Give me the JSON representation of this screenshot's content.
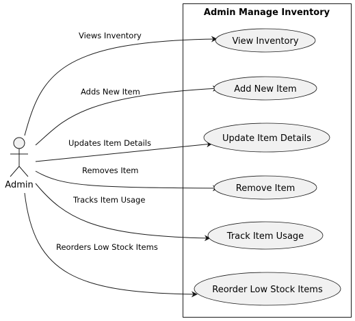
{
  "system": {
    "title": "Admin Manage Inventory"
  },
  "actor": {
    "label": "Admin"
  },
  "use_cases": [
    {
      "label": "View Inventory"
    },
    {
      "label": "Add New Item"
    },
    {
      "label": "Update Item Details"
    },
    {
      "label": "Remove Item"
    },
    {
      "label": "Track Item Usage"
    },
    {
      "label": "Reorder Low Stock Items"
    }
  ],
  "edges": [
    {
      "label": "Views Inventory"
    },
    {
      "label": "Adds New Item"
    },
    {
      "label": "Updates Item Details"
    },
    {
      "label": "Removes Item"
    },
    {
      "label": "Tracks Item Usage"
    },
    {
      "label": "Reorders Low Stock Items"
    }
  ],
  "colors": {
    "usecase_fill": "#f1f1f1",
    "stroke": "#181818",
    "actor_fill": "#f1f1f1"
  }
}
